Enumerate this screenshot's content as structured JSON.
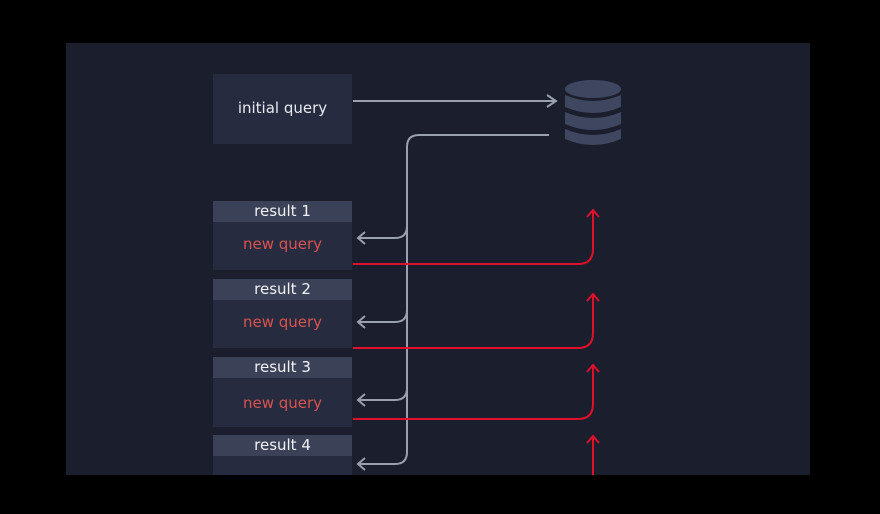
{
  "diagram": {
    "initial_query": "initial query",
    "results": [
      {
        "header": "result 1",
        "body": "new query"
      },
      {
        "header": "result 2",
        "body": "new query"
      },
      {
        "header": "result 3",
        "body": "new query"
      },
      {
        "header": "result 4",
        "body": ""
      }
    ]
  },
  "colors": {
    "background": "#000000",
    "panel": "#1a1e2d",
    "box": "#262b40",
    "header": "#3b4257",
    "gray_arrow": "#9aa0ad",
    "red_arrow": "#e0102a",
    "new_query_text": "#d9534f",
    "database": "#3f4760"
  },
  "icons": [
    "database-icon"
  ]
}
